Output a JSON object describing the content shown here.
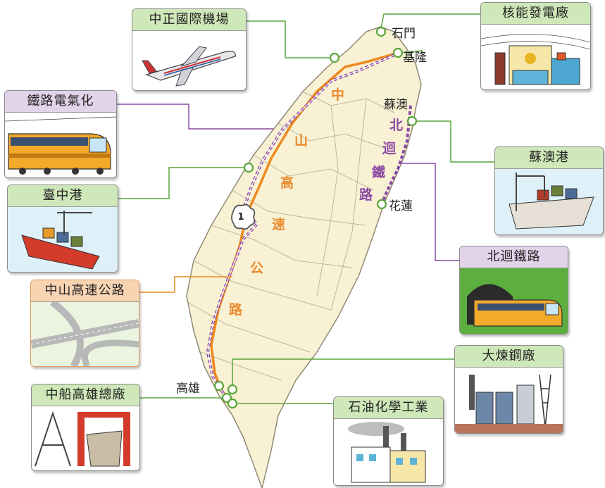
{
  "labels": {
    "airport": "中正國際機場",
    "nuclear": "核能發電廠",
    "rail_electric": "鐵路電氣化",
    "suao_port": "蘇澳港",
    "taichung_port": "臺中港",
    "north_link": "北迴鐵路",
    "freeway": "中山高速公路",
    "steel": "大煉鋼廠",
    "shipyard": "中船高雄總廠",
    "petro": "石油化學工業"
  },
  "places": {
    "shimen": "石門",
    "keelung": "基隆",
    "suao": "蘇澳",
    "hualien": "花蓮",
    "kaohsiung": "高雄"
  },
  "freeway_chars": [
    "中",
    "山",
    "高",
    "速",
    "公",
    "路"
  ],
  "rail_chars": [
    "北",
    "迴",
    "鐵",
    "路"
  ],
  "shield": "1",
  "colors": {
    "land": "#f8f1d4",
    "county_line": "#b9b39e",
    "freeway": "#ee8a1f",
    "rail": "#8b4aa3",
    "green_header": "#cfe8b9",
    "purple_header": "#e3d3ea",
    "orange_header": "#f8d4b3",
    "green_line": "#5aa63a"
  }
}
